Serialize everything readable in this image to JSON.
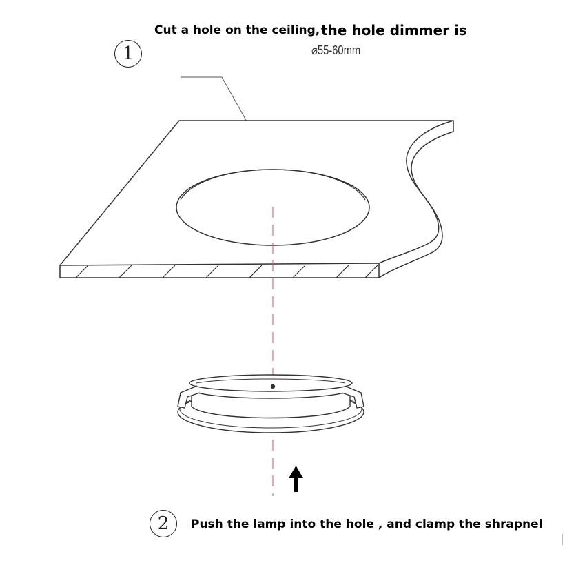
{
  "step1": {
    "number": "1",
    "text_part_a": "Cut a hole on the ceiling,",
    "text_part_b": "the hole dimmer is",
    "dimension": "⌀55-60mm"
  },
  "step2": {
    "number": "2",
    "text": "Push the lamp into the hole , and clamp the shrapnel"
  },
  "colors": {
    "line": "#333333",
    "center_line": "#d9534f",
    "arrow": "#000000"
  }
}
